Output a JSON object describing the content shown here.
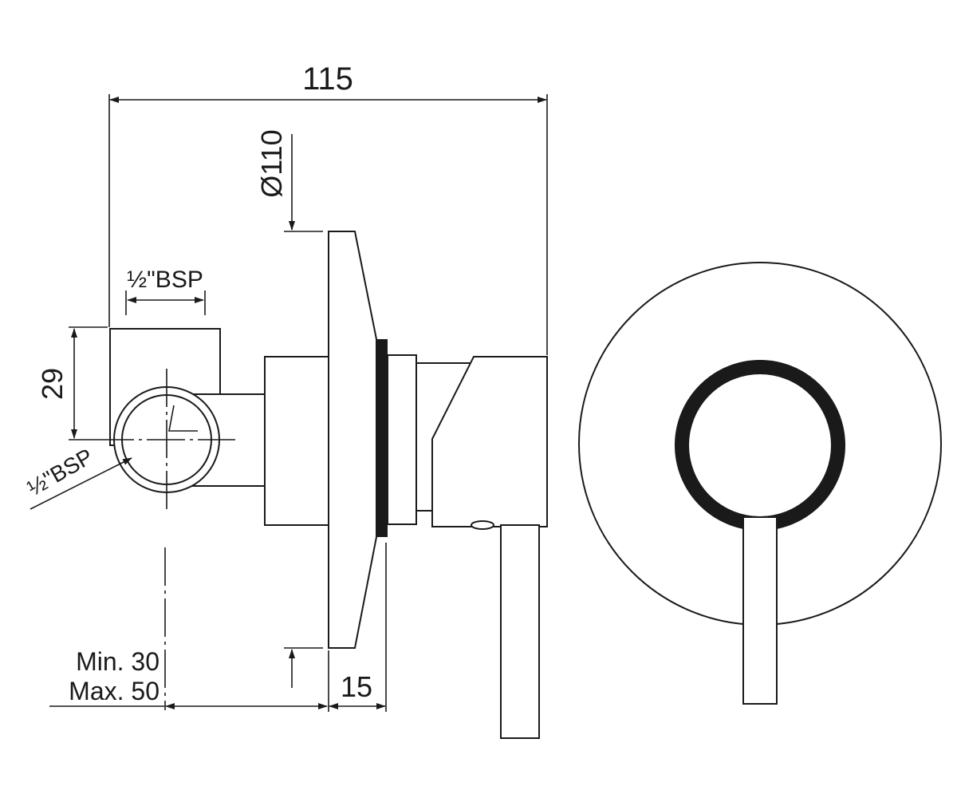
{
  "dimensions": {
    "overall_width": "115",
    "plate_diameter": "Ø110",
    "inlet_spacing": "29",
    "bsp_top": "½\"BSP",
    "bsp_side": "½\"BSP",
    "depth_min": "Min. 30",
    "depth_max": "Max. 50",
    "plate_thickness": "15"
  }
}
